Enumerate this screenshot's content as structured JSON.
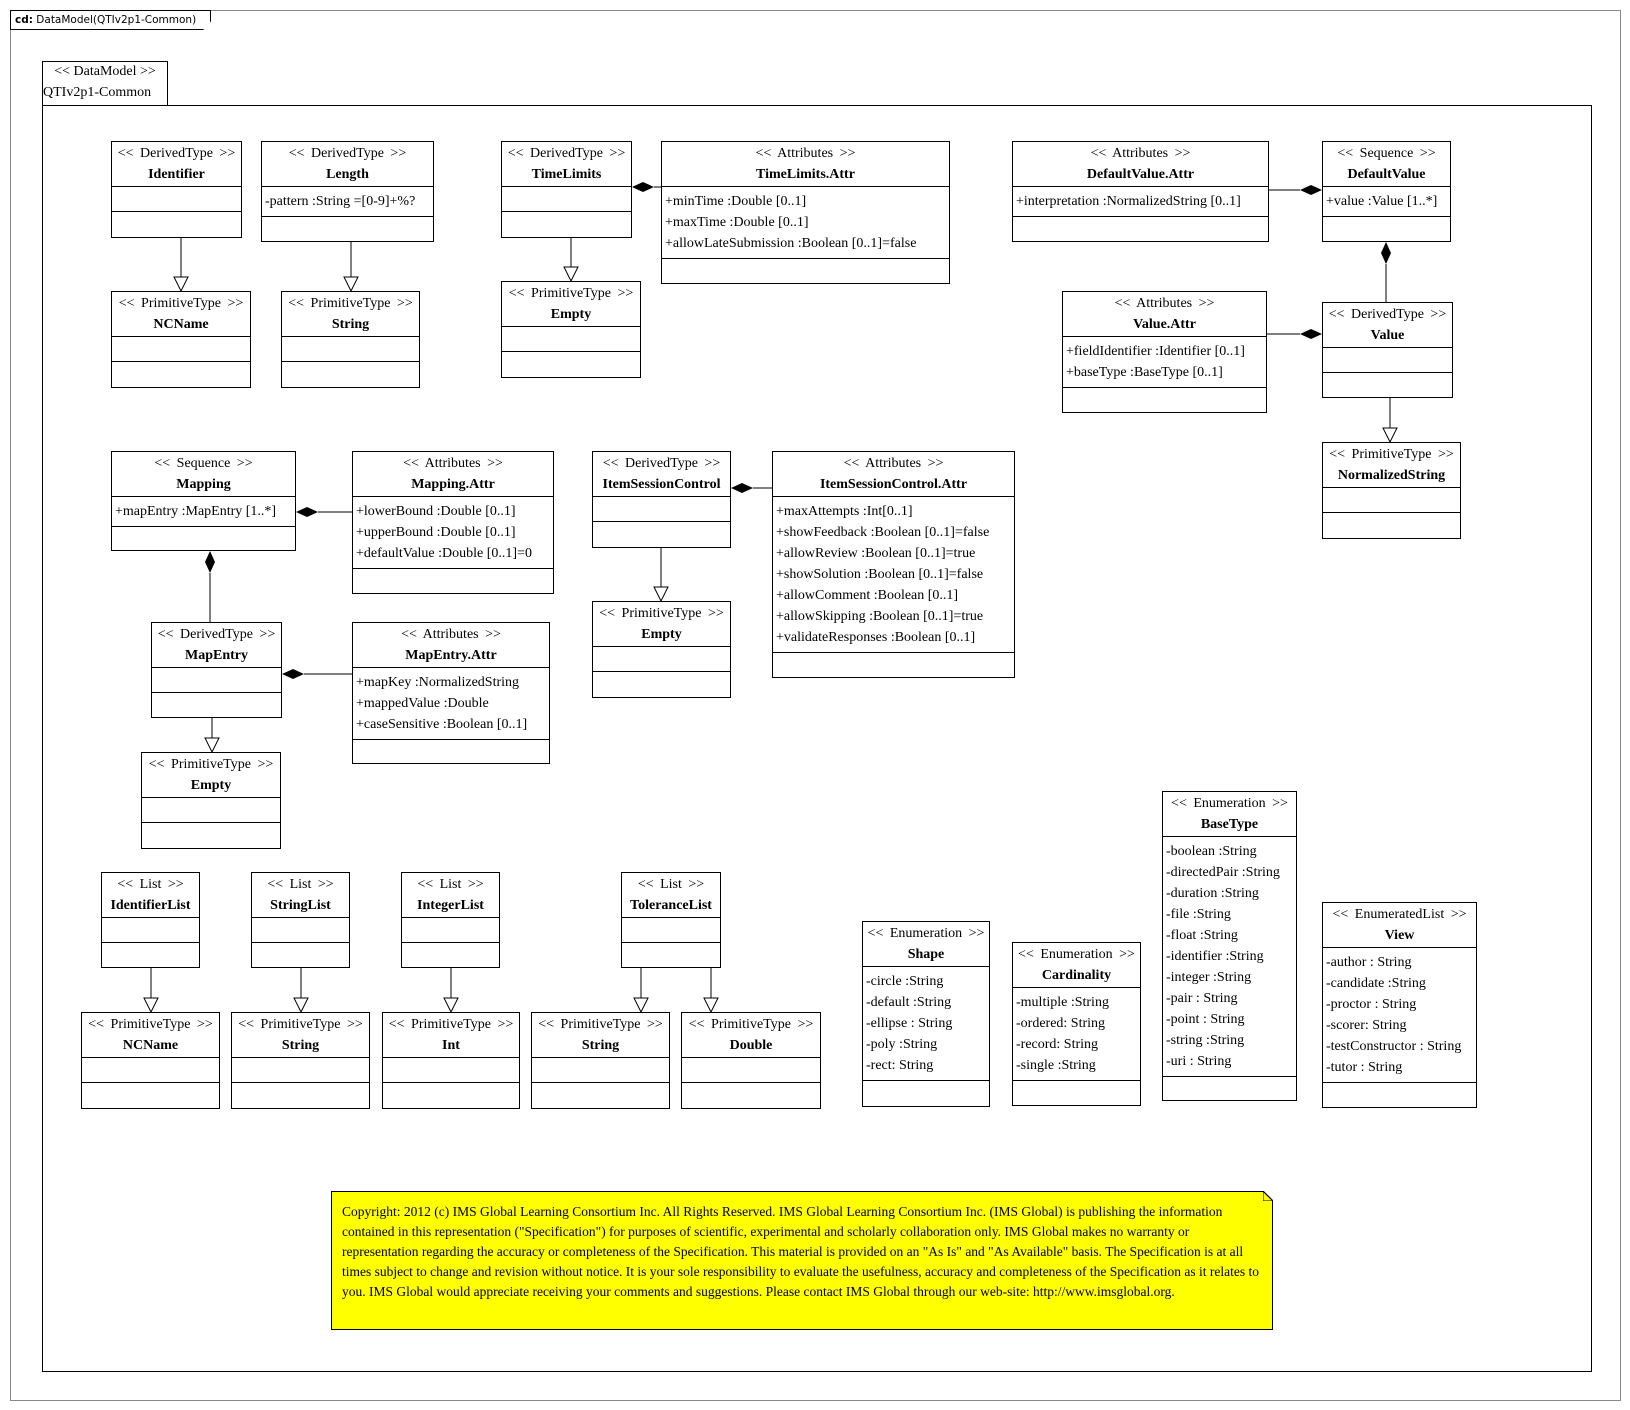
{
  "frame": {
    "kind": "cd:",
    "title": "DataModel(QTIv2p1-Common)"
  },
  "package": {
    "stereotype": "<< DataModel >>",
    "name": "QTIv2p1-Common"
  },
  "classes": [
    {
      "id": "identifier",
      "stereotype": "<< DerivedType >>",
      "name": "Identifier",
      "attributes": []
    },
    {
      "id": "length",
      "stereotype": "<< DerivedType >>",
      "name": "Length",
      "attributes": [
        "-pattern :String =[0-9]+%?"
      ]
    },
    {
      "id": "ncname-1",
      "stereotype": "<< PrimitiveType >>",
      "name": "NCName",
      "attributes": []
    },
    {
      "id": "string-1",
      "stereotype": "<< PrimitiveType >>",
      "name": "String",
      "attributes": []
    },
    {
      "id": "timelimits",
      "stereotype": "<< DerivedType >>",
      "name": "TimeLimits",
      "attributes": []
    },
    {
      "id": "timelimits-attr",
      "stereotype": "<< Attributes >>",
      "name": "TimeLimits.Attr",
      "attributes": [
        "+minTime  :Double [0..1]",
        "+maxTime  :Double [0..1]",
        "+allowLateSubmission   :Boolean [0..1]=false"
      ]
    },
    {
      "id": "empty-1",
      "stereotype": "<< PrimitiveType >>",
      "name": "Empty",
      "attributes": []
    },
    {
      "id": "defaultvalue-attr",
      "stereotype": "<< Attributes >>",
      "name": "DefaultValue.Attr",
      "attributes": [
        "+interpretation  :NormalizedString  [0..1]"
      ]
    },
    {
      "id": "defaultvalue",
      "stereotype": "<< Sequence >>",
      "name": "DefaultValue",
      "attributes": [
        "+value :Value [1..*]"
      ]
    },
    {
      "id": "value-attr",
      "stereotype": "<< Attributes >>",
      "name": "Value.Attr",
      "attributes": [
        "+fieldIdentifier   :Identifier  [0..1]",
        "+baseType :BaseType [0..1]"
      ]
    },
    {
      "id": "value",
      "stereotype": "<< DerivedType >>",
      "name": "Value",
      "attributes": []
    },
    {
      "id": "normalizedstring",
      "stereotype": "<< PrimitiveType >>",
      "name": "NormalizedString",
      "attributes": []
    },
    {
      "id": "mapping",
      "stereotype": "<< Sequence >>",
      "name": "Mapping",
      "attributes": [
        "+mapEntry :MapEntry [1..*]"
      ]
    },
    {
      "id": "mapping-attr",
      "stereotype": "<< Attributes >>",
      "name": "Mapping.Attr",
      "attributes": [
        "+lowerBound :Double [0..1]",
        "+upperBound :Double [0..1]",
        "+defaultValue  :Double [0..1]=0"
      ]
    },
    {
      "id": "itemsessioncontrol",
      "stereotype": "<< DerivedType >>",
      "name": "ItemSessionControl",
      "attributes": []
    },
    {
      "id": "itemsessioncontrol-attr",
      "stereotype": "<< Attributes >>",
      "name": "ItemSessionControl.Attr",
      "attributes": [
        "+maxAttempts  :Int[0..1]",
        "+showFeedback :Boolean [0..1]=false",
        "+allowReview  :Boolean [0..1]=true",
        "+showSolution  :Boolean [0..1]=false",
        "+allowComment  :Boolean [0..1]",
        "+allowSkipping  :Boolean [0..1]=true",
        "+validateResponses  :Boolean [0..1]"
      ]
    },
    {
      "id": "empty-2",
      "stereotype": "<< PrimitiveType >>",
      "name": "Empty",
      "attributes": []
    },
    {
      "id": "mapentry",
      "stereotype": "<< DerivedType >>",
      "name": "MapEntry",
      "attributes": []
    },
    {
      "id": "mapentry-attr",
      "stereotype": "<< Attributes >>",
      "name": "MapEntry.Attr",
      "attributes": [
        "+mapKey :NormalizedString",
        "+mappedValue :Double",
        "+caseSensitive  :Boolean [0..1]"
      ]
    },
    {
      "id": "empty-3",
      "stereotype": "<< PrimitiveType >>",
      "name": "Empty",
      "attributes": []
    },
    {
      "id": "identifierlist",
      "stereotype": "<< List >>",
      "name": "IdentifierList",
      "attributes": []
    },
    {
      "id": "stringlist",
      "stereotype": "<< List >>",
      "name": "StringList",
      "attributes": []
    },
    {
      "id": "integerlist",
      "stereotype": "<< List >>",
      "name": "IntegerList",
      "attributes": []
    },
    {
      "id": "tolerancelist",
      "stereotype": "<< List >>",
      "name": "ToleranceList",
      "attributes": []
    },
    {
      "id": "ncname-2",
      "stereotype": "<< PrimitiveType >>",
      "name": "NCName",
      "attributes": []
    },
    {
      "id": "string-2",
      "stereotype": "<< PrimitiveType >>",
      "name": "String",
      "attributes": []
    },
    {
      "id": "int",
      "stereotype": "<< PrimitiveType >>",
      "name": "Int",
      "attributes": []
    },
    {
      "id": "string-3",
      "stereotype": "<< PrimitiveType >>",
      "name": "String",
      "attributes": []
    },
    {
      "id": "double",
      "stereotype": "<< PrimitiveType >>",
      "name": "Double",
      "attributes": []
    },
    {
      "id": "shape",
      "stereotype": "<< Enumeration >>",
      "name": "Shape",
      "attributes": [
        "-circle :String",
        "-default :String",
        "-ellipse : String",
        "-poly :String",
        "-rect: String"
      ]
    },
    {
      "id": "cardinality",
      "stereotype": "<< Enumeration >>",
      "name": "Cardinality",
      "attributes": [
        "-multiple  :String",
        "-ordered: String",
        "-record: String",
        "-single  :String"
      ]
    },
    {
      "id": "basetype",
      "stereotype": "<< Enumeration >>",
      "name": "BaseType",
      "attributes": [
        "-boolean :String",
        "-directedPair :String",
        "-duration :String",
        "-file :String",
        "-float :String",
        "-identifier  :String",
        "-integer :String",
        "-pair : String",
        "-point : String",
        "-string :String",
        "-uri : String"
      ]
    },
    {
      "id": "view",
      "stereotype": "<< EnumeratedList >>",
      "name": "View",
      "attributes": [
        "-author : String",
        "-candidate :String",
        "-proctor : String",
        "-scorer: String",
        "-testConstructor : String",
        "-tutor : String"
      ]
    }
  ],
  "note": {
    "text": "Copyright: 2012 (c) IMS Global Learning Consortium Inc.  All Rights Reserved.  IMS Global Learning Consortium Inc. (IMS Global) is publishing the information contained in this representation (\"Specification\") for purposes of scientific, experimental and scholarly collaboration only.  IMS Global makes no warranty or representation regarding the accuracy or completeness of the Specification.  This material is provided on an \"As Is\" and \"As Available\" basis.  The Specification is at all times subject to change and revision without notice.  It is your sole responsibility to evaluate the usefulness, accuracy and completeness of the Specification as it relates to you.  IMS Global would appreciate receiving your comments and suggestions.  Please contact IMS Global through our web-site: http://www.imsglobal.org."
  }
}
